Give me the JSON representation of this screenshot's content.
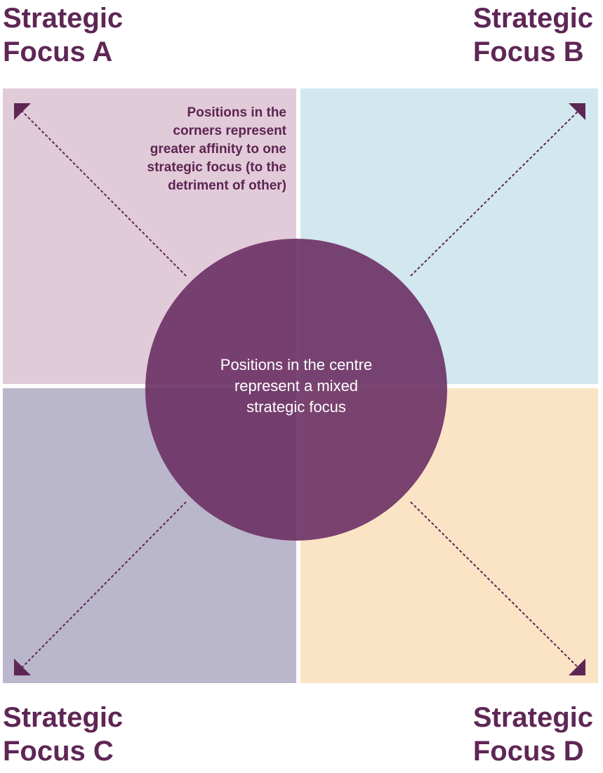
{
  "corners": {
    "a": {
      "line1": "Strategic",
      "line2": "Focus A"
    },
    "b": {
      "line1": "Strategic",
      "line2": "Focus B"
    },
    "c": {
      "line1": "Strategic",
      "line2": "Focus C"
    },
    "d": {
      "line1": "Strategic",
      "line2": "Focus D"
    }
  },
  "corner_note": {
    "line1": "Positions in the",
    "line2": "corners represent",
    "line3": "greater affinity to one",
    "line4": "strategic focus (to the",
    "line5": "detriment of other)"
  },
  "centre_note": {
    "line1": "Positions in the centre",
    "line2": "represent a mixed",
    "line3": "strategic focus"
  },
  "colors": {
    "quadrant_a": "#e2cbd9",
    "quadrant_b": "#d3e7ef",
    "quadrant_c": "#bab6cb",
    "quadrant_d": "#fbe4c6",
    "circle": "#6b3064",
    "text": "#5e2655"
  }
}
